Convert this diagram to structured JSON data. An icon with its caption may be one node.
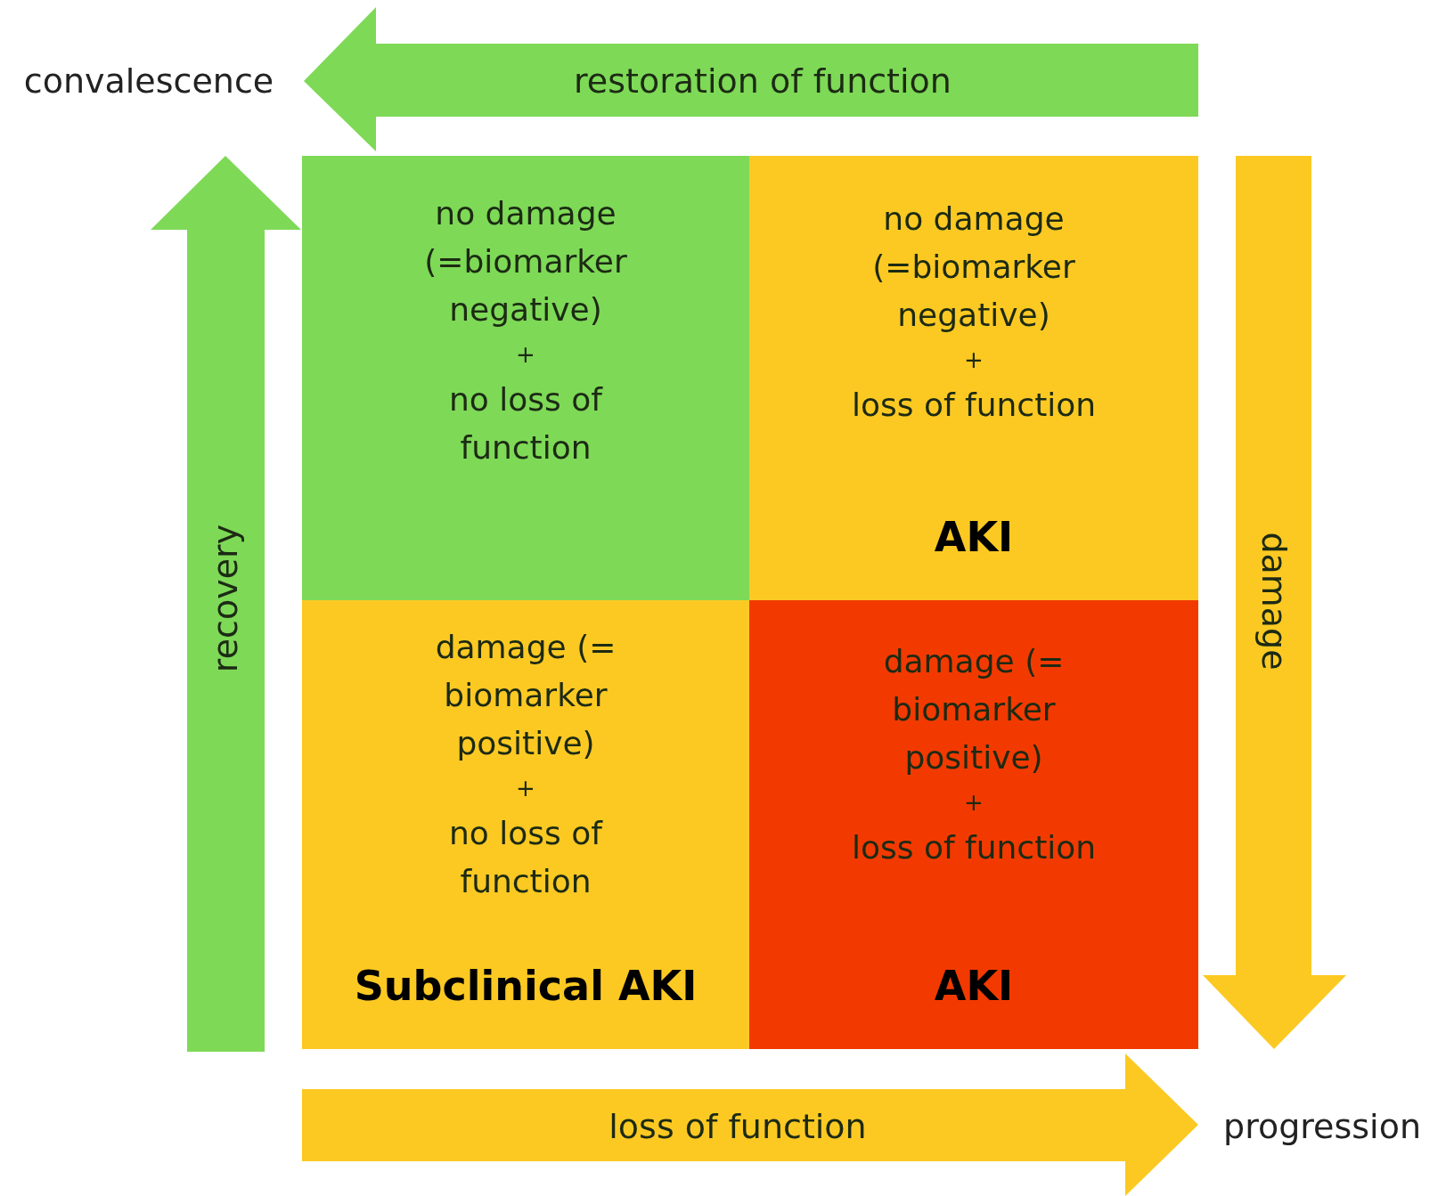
{
  "diagram": {
    "nodes": [
      {
        "text": [
          "no damage (=biomarker negative)",
          "+",
          "no loss of function"
        ]
      },
      {
        "text": [
          "no damage (=biomarker negative)",
          "+",
          "loss of function",
          "AKI"
        ]
      },
      {
        "text": [
          "damage (= biomarker positive)",
          "+",
          "no loss of function",
          "Subclinical AKI"
        ]
      },
      {
        "text": [
          "damage (= biomarker positive)",
          "+",
          "loss of function",
          "AKI"
        ]
      }
    ],
    "labels": [
      "convalescence",
      "restoration of function",
      "recovery",
      "damage",
      "loss of function",
      "progression"
    ]
  }
}
